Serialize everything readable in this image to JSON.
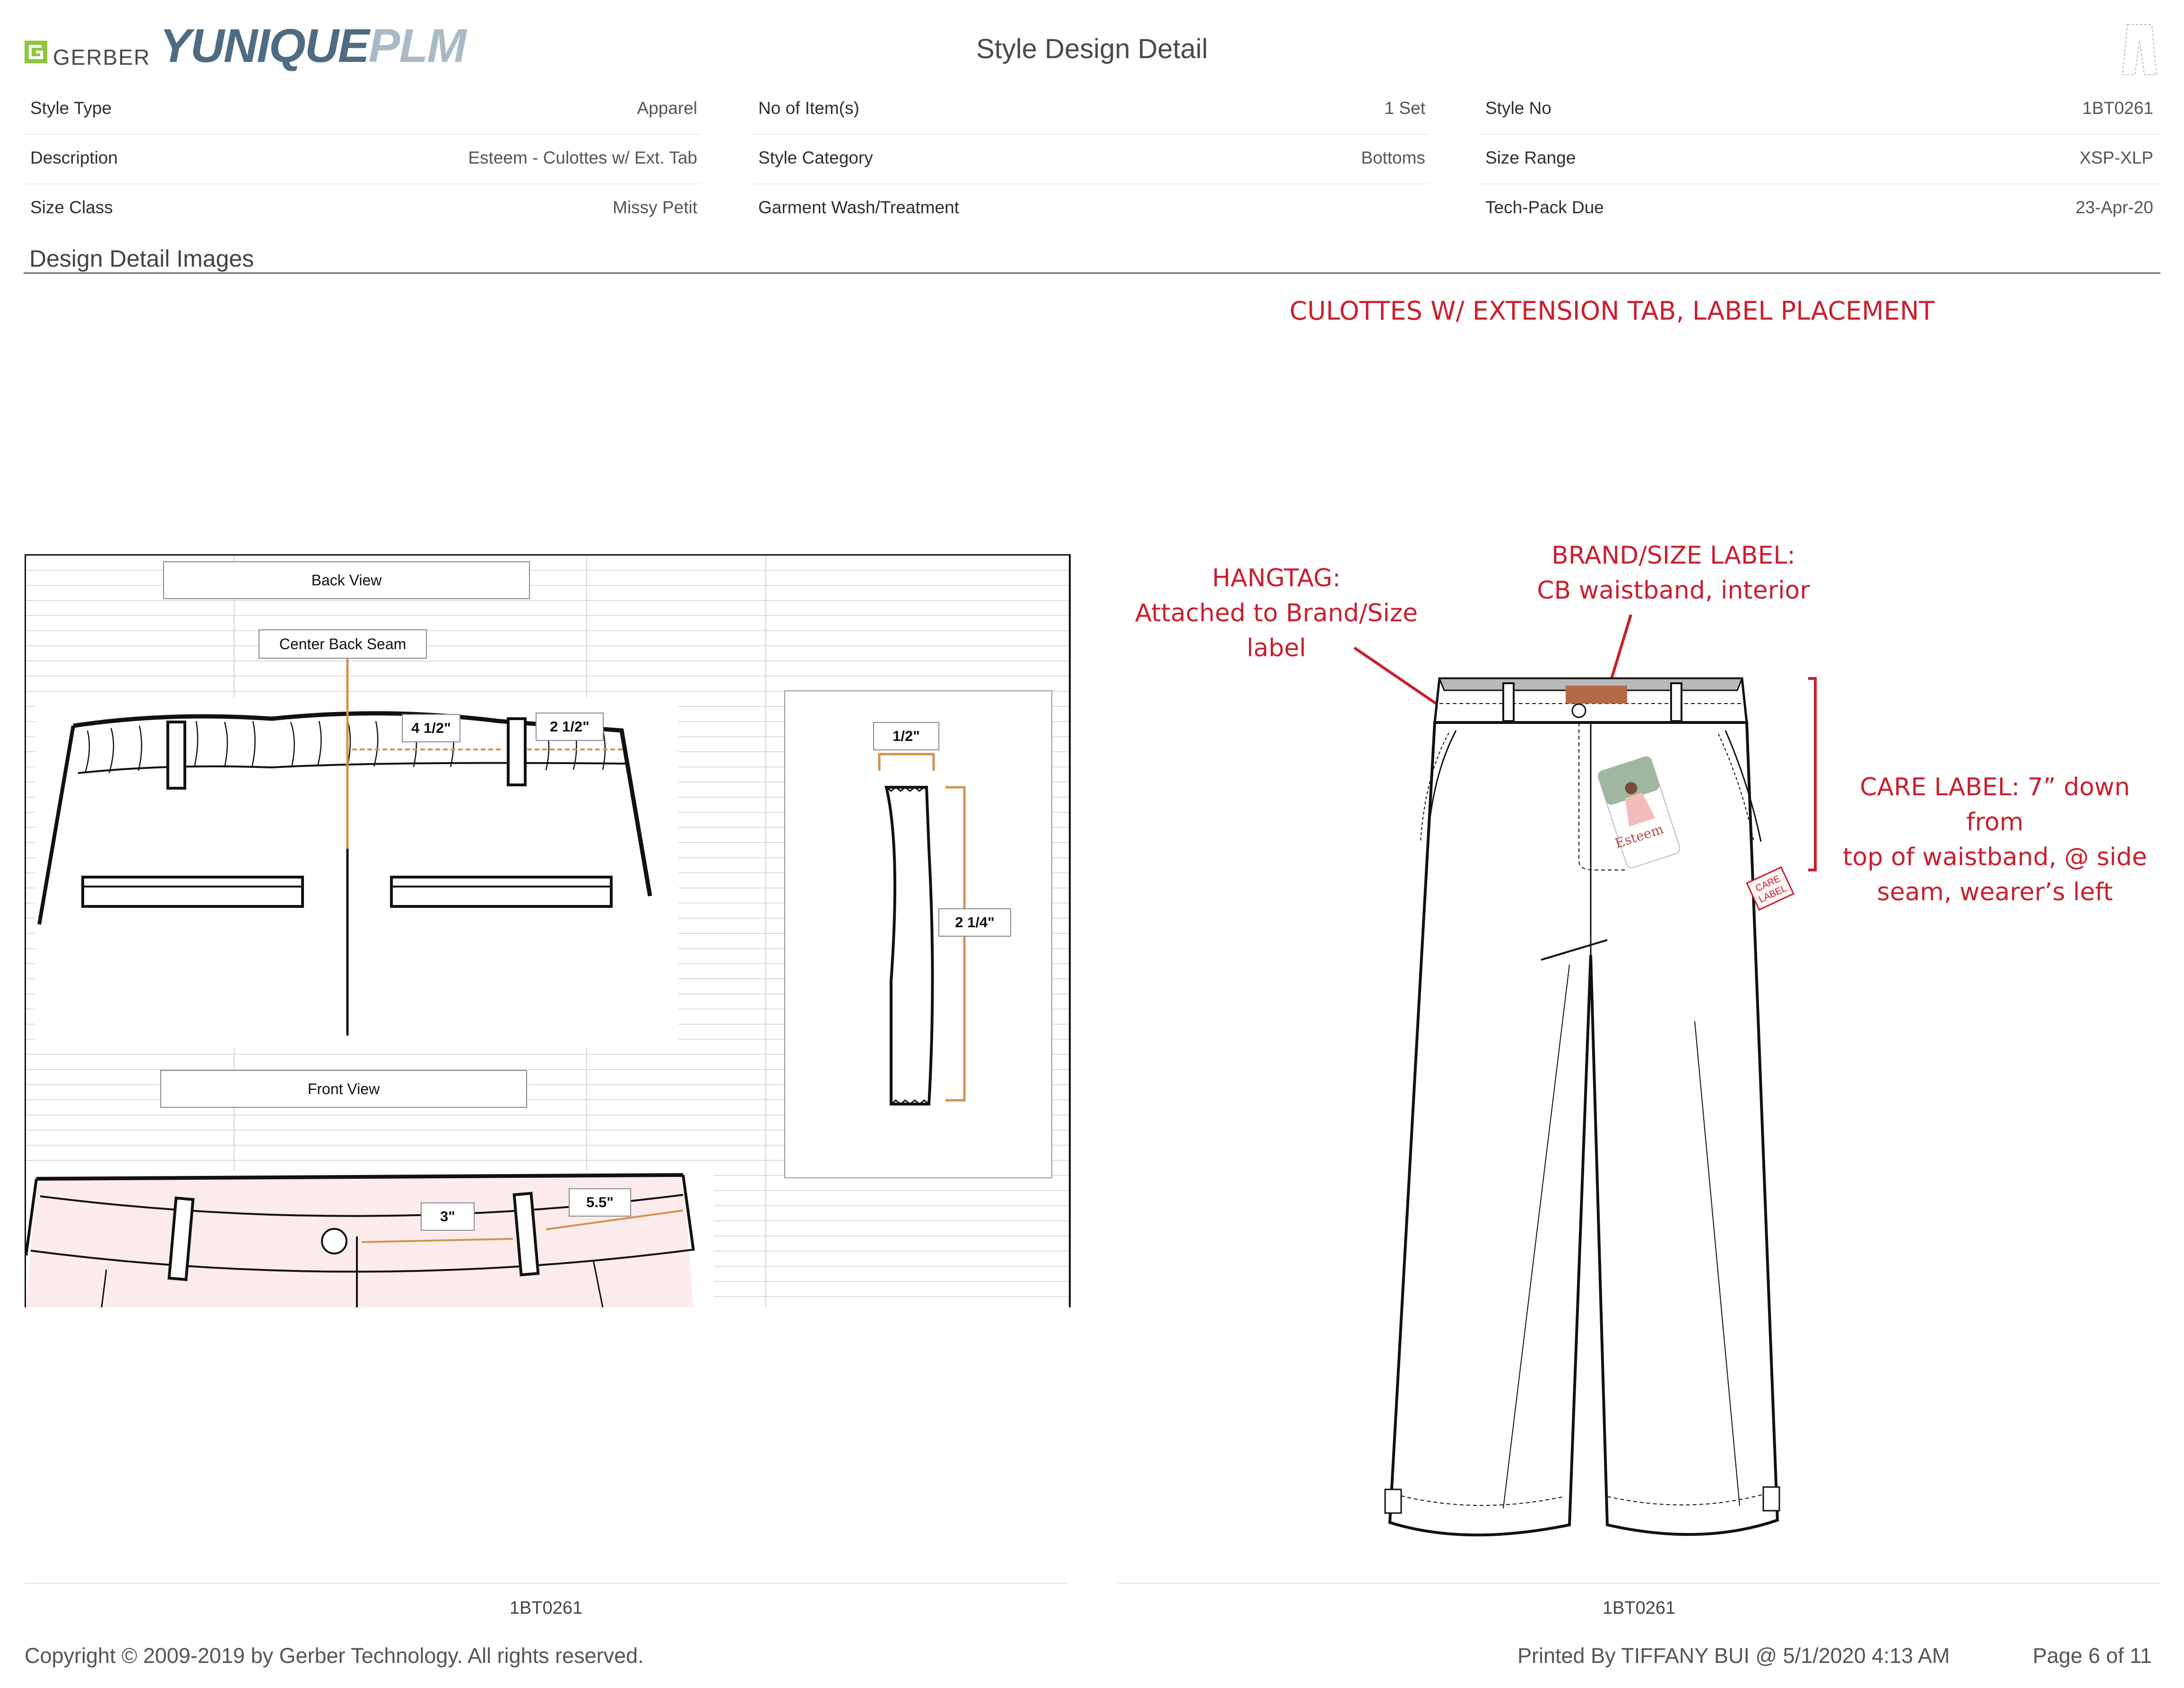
{
  "header": {
    "brand_gerber": "GERBER",
    "brand_yunique": "YUNIQUE",
    "brand_plm": "PLM",
    "title": "Style Design Detail"
  },
  "fields": {
    "col1": [
      {
        "label": "Style Type",
        "value": "Apparel"
      },
      {
        "label": "Description",
        "value": "Esteem - Culottes w/ Ext. Tab"
      },
      {
        "label": "Size Class",
        "value": "Missy Petit"
      }
    ],
    "col2": [
      {
        "label": "No of Item(s)",
        "value": "1 Set"
      },
      {
        "label": "Style Category",
        "value": "Bottoms"
      },
      {
        "label": "Garment Wash/Treatment",
        "value": ""
      }
    ],
    "col3": [
      {
        "label": "Style No",
        "value": "1BT0261"
      },
      {
        "label": "Size Range",
        "value": "XSP-XLP"
      },
      {
        "label": "Tech-Pack Due",
        "value": "23-Apr-20"
      }
    ]
  },
  "section": {
    "title": "Design Detail Images"
  },
  "left_image": {
    "back_view": "Back View",
    "center_back_seam": "Center Back Seam",
    "front_view": "Front View",
    "measurements": {
      "m1": "4 1/2\"",
      "m2": "2 1/2\"",
      "m3": "1/2\"",
      "m4": "2 1/4\"",
      "m5": "3\"",
      "m6": "5.5\""
    },
    "caption": "1BT0261"
  },
  "right_image": {
    "title": "CULOTTES W/ EXTENSION TAB, LABEL PLACEMENT",
    "hangtag_line1": "HANGTAG:",
    "hangtag_line2": "Attached to Brand/Size",
    "hangtag_line3": "label",
    "brand_line1": "BRAND/SIZE LABEL:",
    "brand_line2": "CB waistband, interior",
    "care_line1": "CARE LABEL: 7” down from",
    "care_line2": "top of waistband, @ side",
    "care_line3": "seam, wearer’s left",
    "hangtag_brand": "Esteem",
    "care_tag_line1": "CARE",
    "care_tag_line2": "LABEL",
    "caption": "1BT0261"
  },
  "footer": {
    "copyright": "Copyright © 2009-2019 by Gerber Technology. All rights reserved.",
    "printed": "Printed By TIFFANY BUI @ 5/1/2020 4:13 AM",
    "page": "Page 6 of 11"
  },
  "colors": {
    "accent_red": "#c8202f",
    "measure_orange": "#d4914f",
    "gerber_green": "#8dc63f",
    "yunique_blue": "#4d6c84"
  }
}
